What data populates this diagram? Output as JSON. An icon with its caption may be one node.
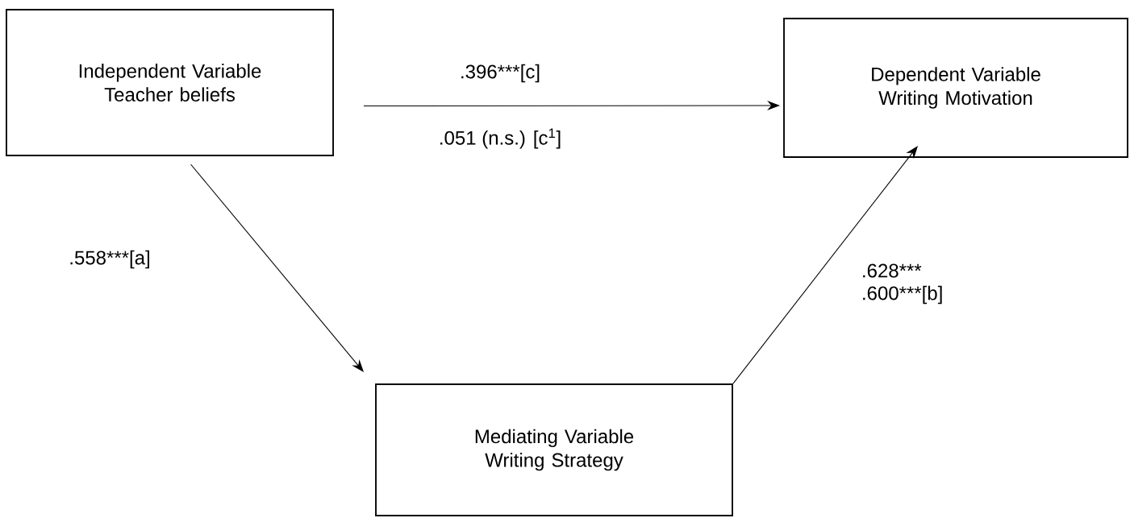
{
  "diagram": {
    "nodes": [
      {
        "text": [
          "Independent Variable Teacher beliefs"
        ]
      },
      {
        "text": [
          "Dependent Variable Writing Motivation"
        ]
      },
      {
        "text": [
          "Mediating Variable Writing Strategy"
        ]
      }
    ],
    "edges": [
      {
        "from": 0,
        "to": 1,
        "arrow": "to",
        "label": ".396***[c]"
      },
      {
        "from": 0,
        "to": 2,
        "arrow": "to",
        "label": ".558***[a]"
      },
      {
        "from": 2,
        "to": 1,
        "arrow": "to",
        "label": ".600***[b]"
      }
    ],
    "labels": [
      ".051 (n.s.) [c$^{1}$]",
      ".628***"
    ]
  }
}
